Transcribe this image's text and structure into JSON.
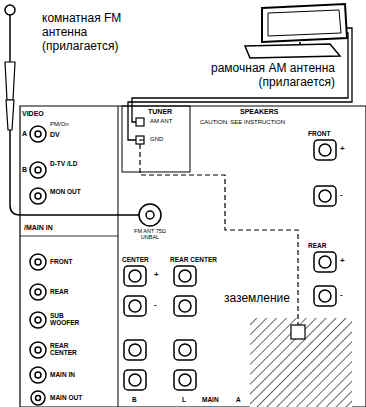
{
  "diagram": {
    "labels": [
      "комнатная FM антенна (прилагается)",
      "рамочная AM антенна (прилагается)",
      "заземление",
      "VIDEO",
      "PM/On",
      "A",
      "DV",
      "B",
      "D-TV /LD",
      "MON OUT",
      "/MAIN IN",
      "FRONT",
      "REAR",
      "SUB WOOFER",
      "REAR CENTER",
      "MAIN IN",
      "MAIN OUT",
      "TUNER",
      "AM ANT",
      "GND",
      "SPEAKERS",
      "CAUTION: SEE INSTRUCTION",
      "FM ANT 75Ω UNBAL",
      "CENTER",
      "REAR CENTER",
      "+",
      "-",
      "FRONT",
      "+",
      "-",
      "REAR",
      "+",
      "-",
      "B",
      "L",
      "MAIN",
      "A"
    ]
  }
}
